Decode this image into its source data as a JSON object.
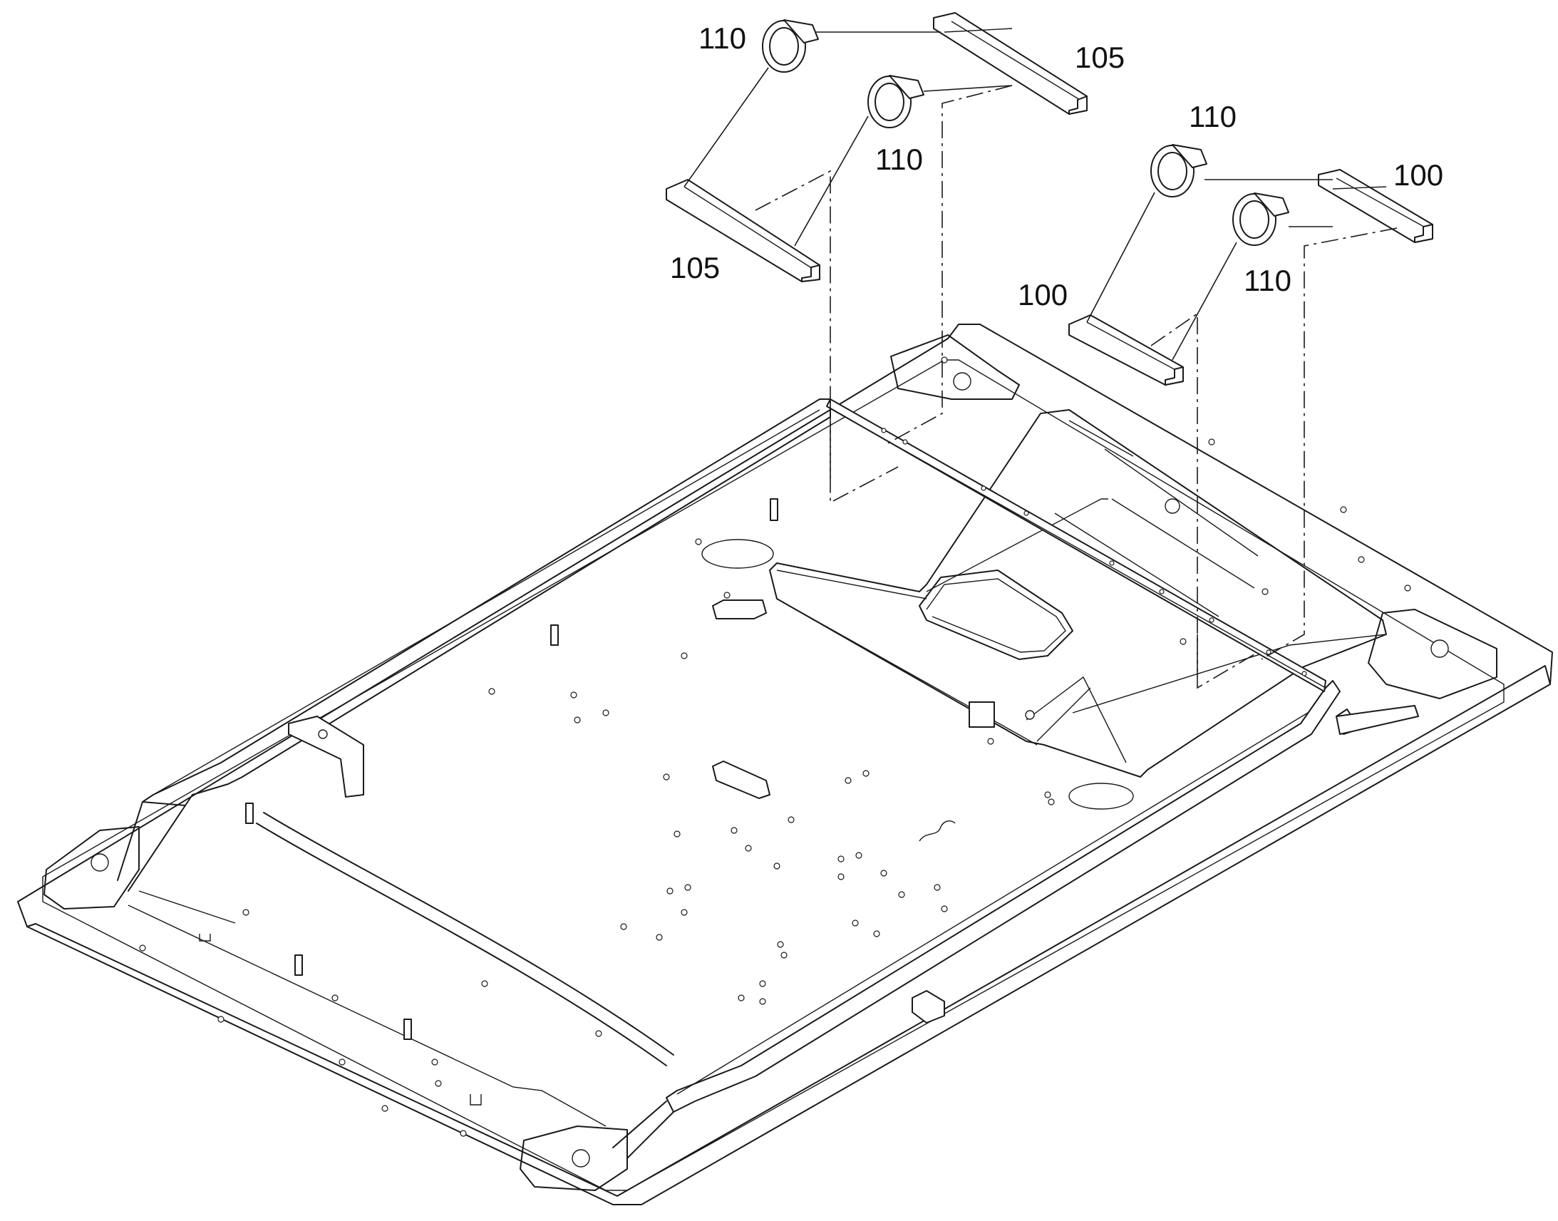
{
  "callouts": {
    "clamp_a": "110",
    "rail_a": "105",
    "clamp_b": "110",
    "rail_b": "105",
    "clamp_c": "110",
    "rail_c": "100",
    "clamp_d": "110",
    "rail_d": "100"
  },
  "colors": {
    "line": "#1a1a1a",
    "background": "#ffffff"
  }
}
